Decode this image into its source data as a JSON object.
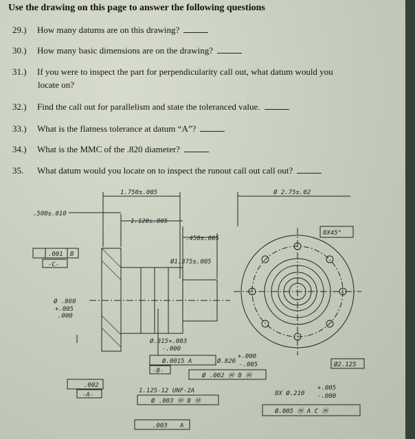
{
  "heading": "Use the drawing on this page to answer the following questions",
  "questions": [
    {
      "num": "29.)",
      "text": "How many datums are on this drawing?"
    },
    {
      "num": "30.)",
      "text": "How many basic dimensions are on the drawing?"
    },
    {
      "num": "31.)",
      "text": "If you were to inspect the part for perpendicularity call out, what datum would you",
      "text2": "locate on?"
    },
    {
      "num": "32.)",
      "text": "Find the call out for parallelism and state the toleranced value."
    },
    {
      "num": "33.)",
      "text": "What is the flatness tolerance at datum “A”?"
    },
    {
      "num": "34.)",
      "text": "What is the MMC of the .820 diameter?"
    },
    {
      "num": "35.",
      "text": "What datum would you locate on to inspect the runout call out call out?"
    }
  ],
  "drawing": {
    "dim_1750": "1.750±.005",
    "dim_275": "Ø 2.75±.02",
    "dim_500": ".500±.010",
    "dim_1120": "1.120±.005",
    "dim_450": ".450±.005",
    "chamfer": "8X45°",
    "fcf_perp_value": ".001",
    "fcf_perp_datum": "B",
    "datum_c": "-C-",
    "dim_1375": "Ø1.375±.005",
    "dia_860": "Ø .860",
    "dia_860_plus": "+.005",
    "dia_860_minus": ".000",
    "dia_315": "Ø.315+.003",
    "dia_315_minus": "-.000",
    "fcf_perp2": "Ø.0015 A",
    "dia_820": "Ø.820",
    "dia_820_plus": "+.000",
    "dia_820_minus": "-.005",
    "datum_b": "-B-",
    "fcf_pos1": "Ø .002 Ⓜ B Ⓜ",
    "dia_2125": "Ø2.125",
    "fcf_flat_value": ".002",
    "datum_a": "-A-",
    "thread": "1.125-12 UNF-2A",
    "fcf_pos2": "Ø .003 Ⓜ B Ⓜ",
    "holes": "8X Ø.210",
    "holes_plus": "+.005",
    "holes_minus": "-.000",
    "fcf_pos3": "Ø.005 Ⓜ A C Ⓜ",
    "fcf_par_value": ".003",
    "fcf_par_datum": "A"
  }
}
